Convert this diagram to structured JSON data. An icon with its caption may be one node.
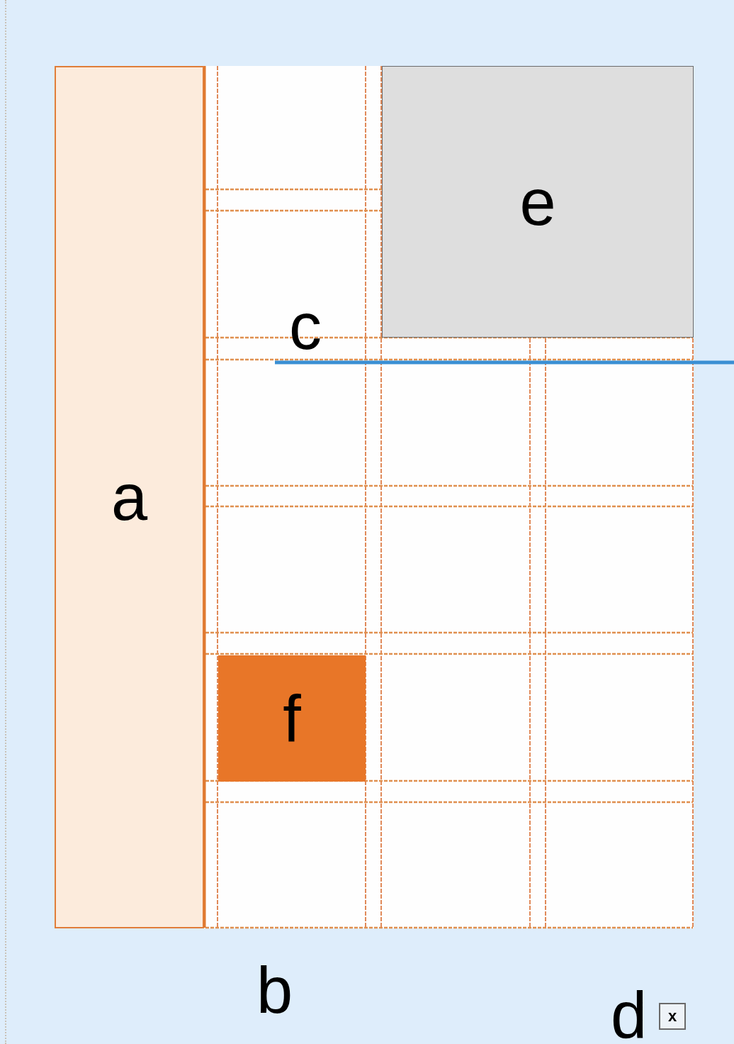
{
  "diagram": {
    "nodes": [
      {
        "text": [
          "a"
        ]
      },
      {
        "text": [
          "e"
        ]
      },
      {
        "text": [
          "f"
        ]
      },
      {
        "text": [
          "x"
        ]
      }
    ],
    "labels": [
      "c",
      "b",
      "d"
    ]
  }
}
